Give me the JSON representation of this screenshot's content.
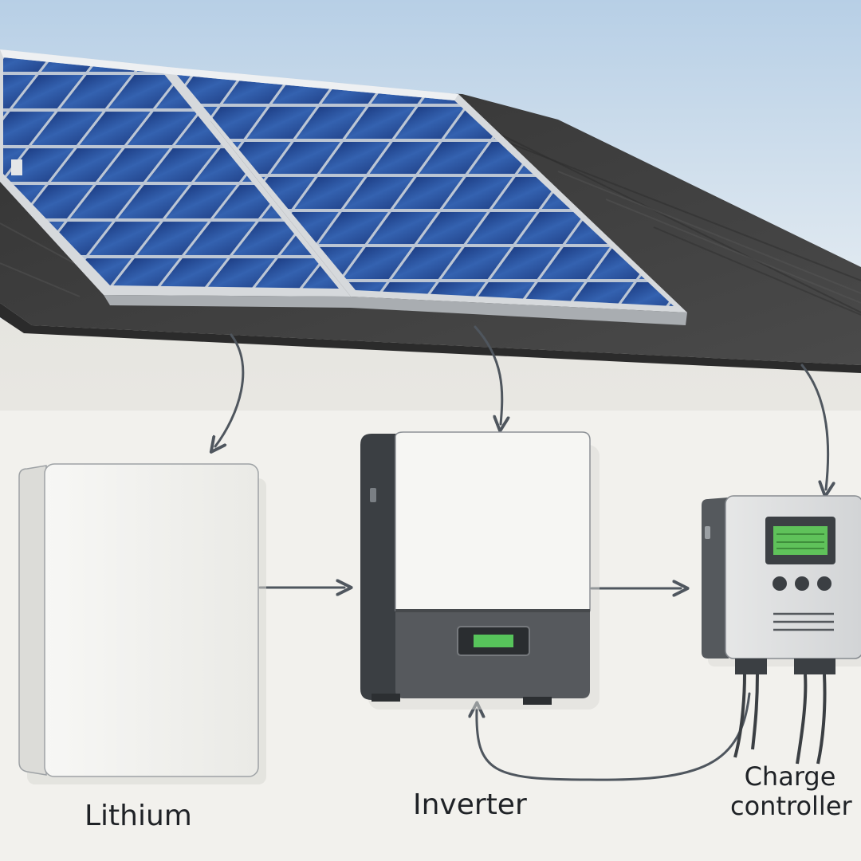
{
  "labels": {
    "lithium": "Lithium",
    "inverter": "Inverter",
    "charge_line1": "Charge",
    "charge_line2": "controller"
  },
  "components": [
    "solar-panels",
    "lithium-battery",
    "inverter",
    "charge-controller"
  ],
  "colors": {
    "sky_top": "#b7cfe6",
    "sky_bottom": "#eef2f4",
    "wall": "#eeede8",
    "roof": "#3e3e3e",
    "panel_cell": "#274d96",
    "panel_frame": "#cfd3d7",
    "arrow": "#4f565e",
    "display_green": "#55c45a"
  },
  "icons": [
    "arrow-down-icon",
    "arrow-right-icon",
    "arrow-up-icon"
  ]
}
